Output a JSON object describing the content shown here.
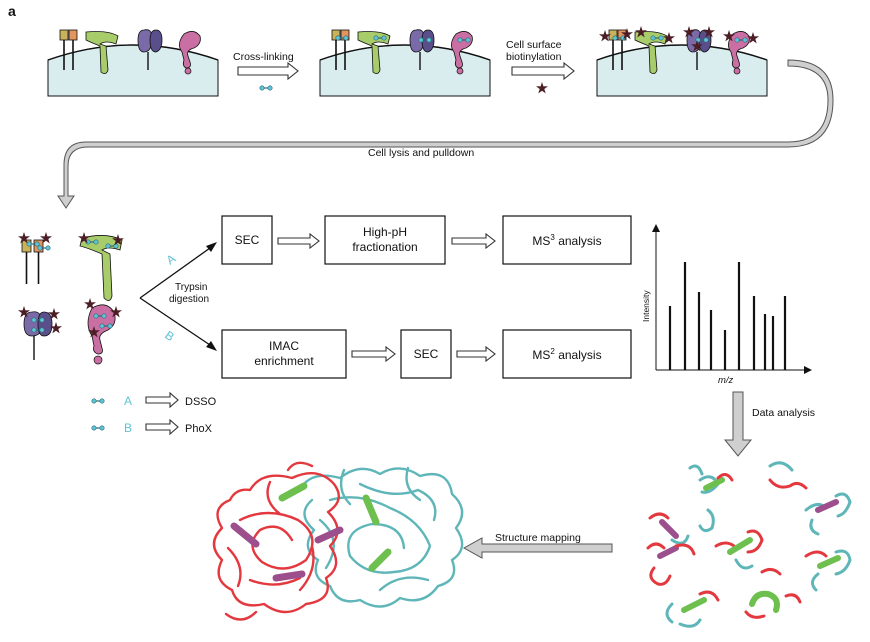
{
  "panel_label": "a",
  "steps": {
    "crosslinking": "Cross-linking",
    "biotinylation_line1": "Cell surface",
    "biotinylation_line2": "biotinylation",
    "lysis": "Cell lysis and pulldown",
    "trypsin_line1": "Trypsin",
    "trypsin_line2": "digestion",
    "data_analysis": "Data analysis",
    "structure_mapping": "Structure mapping"
  },
  "branch_labels": {
    "a": "A",
    "b": "B"
  },
  "path_a": {
    "sec": "SEC",
    "fractionation_line1": "High-pH",
    "fractionation_line2": "fractionation",
    "ms_prefix": "MS",
    "ms_sup": "3",
    "ms_suffix": " analysis"
  },
  "path_b": {
    "imac_line1": "IMAC",
    "imac_line2": "enrichment",
    "sec": "SEC",
    "ms_prefix": "MS",
    "ms_sup": "2",
    "ms_suffix": " analysis"
  },
  "legend": [
    {
      "letter": "A",
      "reagent": "DSSO"
    },
    {
      "letter": "B",
      "reagent": "PhoX"
    }
  ],
  "spectrum": {
    "ylabel": "Intensity",
    "xlabel": "m/z"
  },
  "colors": {
    "crosslinker_blue": "#5fc3d6",
    "protein_orange": "#e3955e",
    "protein_khaki": "#c9b25a",
    "protein_green": "#a9cc6a",
    "protein_purple": "#7a6aa8",
    "protein_pink": "#c96fa3",
    "biotin_star": "#4a1e24",
    "cell_fill": "#d9ecee",
    "tangle_red": "#e4383f",
    "tangle_teal": "#5fb6b8",
    "link_green": "#6dbf4e",
    "link_purple": "#9c4f8c"
  }
}
